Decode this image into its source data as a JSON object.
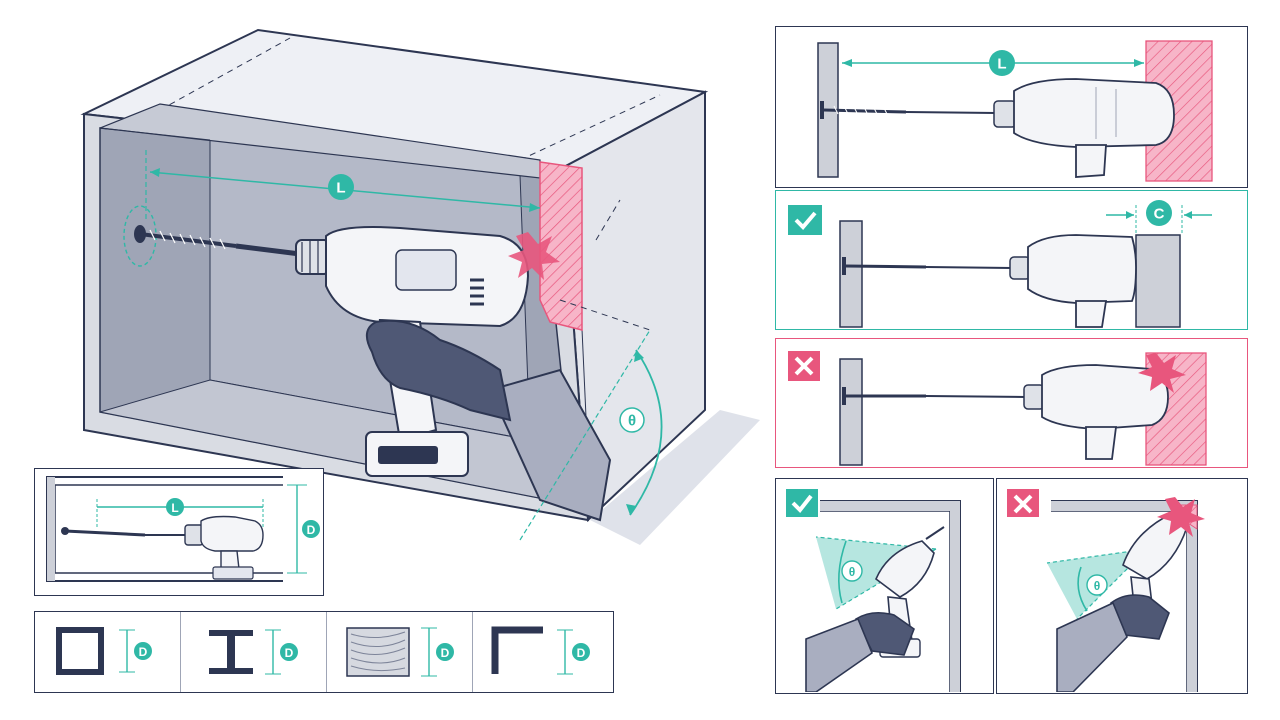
{
  "colors": {
    "teal": "#2fb8a6",
    "pink": "#e8567d",
    "pink_fill": "#f7b5c8",
    "navy": "#2d3652",
    "wall_gray": "#cdd0d8",
    "inner_gray": "#9fa5b6",
    "glove": "#4f5875",
    "sleeve": "#a9aec0"
  },
  "labels": {
    "length": "L",
    "angle": "θ",
    "clearance": "C",
    "depth": "D"
  },
  "icons": {
    "ok": "check-icon",
    "bad": "cross-icon",
    "impact": "collision-burst-icon"
  },
  "main": {
    "length_label": "L",
    "angle_label": "θ"
  },
  "inset": {
    "length_label": "L",
    "depth_label": "D"
  },
  "profiles": [
    {
      "name": "square-tube",
      "depth_label": "D"
    },
    {
      "name": "i-beam",
      "depth_label": "D"
    },
    {
      "name": "wood-block",
      "depth_label": "D"
    },
    {
      "name": "angle-profile",
      "depth_label": "D"
    }
  ],
  "right": {
    "top": {
      "length_label": "L"
    },
    "ok": {
      "clearance_label": "C"
    },
    "bad": {},
    "corner_ok": {
      "angle_label": "θ"
    },
    "corner_bad": {
      "angle_label": "θ"
    }
  }
}
